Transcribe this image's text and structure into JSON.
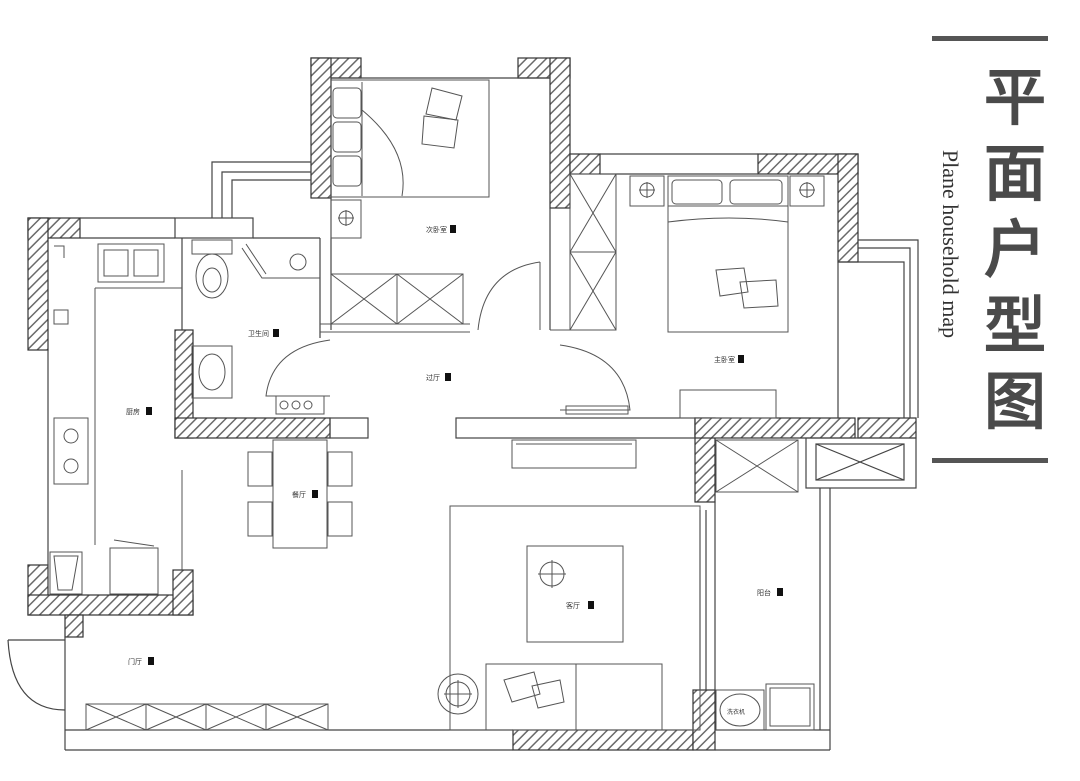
{
  "title": {
    "cn": "平面户型图",
    "en": "Plane household map"
  },
  "rooms": {
    "second_bedroom": "次卧室",
    "master_bedroom": "主卧室",
    "bathroom": "卫生间",
    "corridor": "过厅",
    "kitchen": "厨房",
    "dining": "餐厅",
    "living": "客厅",
    "balcony": "阳台",
    "foyer": "门厅",
    "washer": "洗衣机"
  },
  "colors": {
    "wall": "#333333",
    "hatch": "#777777",
    "line": "#444444",
    "title": "#4a4a4a"
  }
}
